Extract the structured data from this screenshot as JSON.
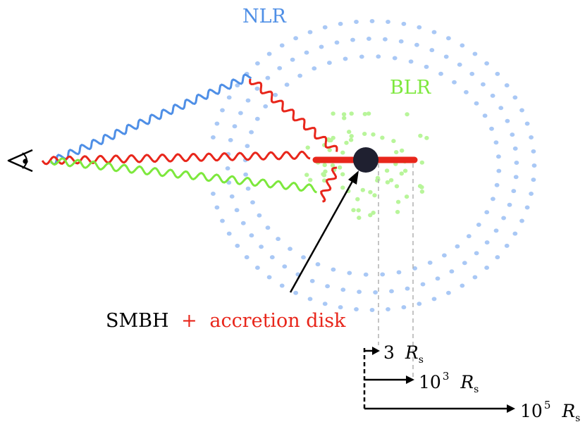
{
  "labels": {
    "nlr": "NLR",
    "blr": "BLR",
    "smbh": "SMBH",
    "plus": "+",
    "accretion": "accretion disk",
    "scale1_num": "3",
    "scale2_base": "10",
    "scale2_exp": "3",
    "scale3_base": "10",
    "scale3_exp": "5",
    "rs_main": "R",
    "rs_sub": "s"
  },
  "colors": {
    "nlr": "#4f8fe6",
    "nlr_dots": "#a9c8f5",
    "blr": "#7de83d",
    "blr_dots": "#b8f59a",
    "red": "#e8261b",
    "black": "#000000",
    "bh": "#1f2030",
    "dash": "#b0b0b0"
  },
  "icons": {
    "observer": "eye-icon",
    "black_hole": "circle"
  }
}
